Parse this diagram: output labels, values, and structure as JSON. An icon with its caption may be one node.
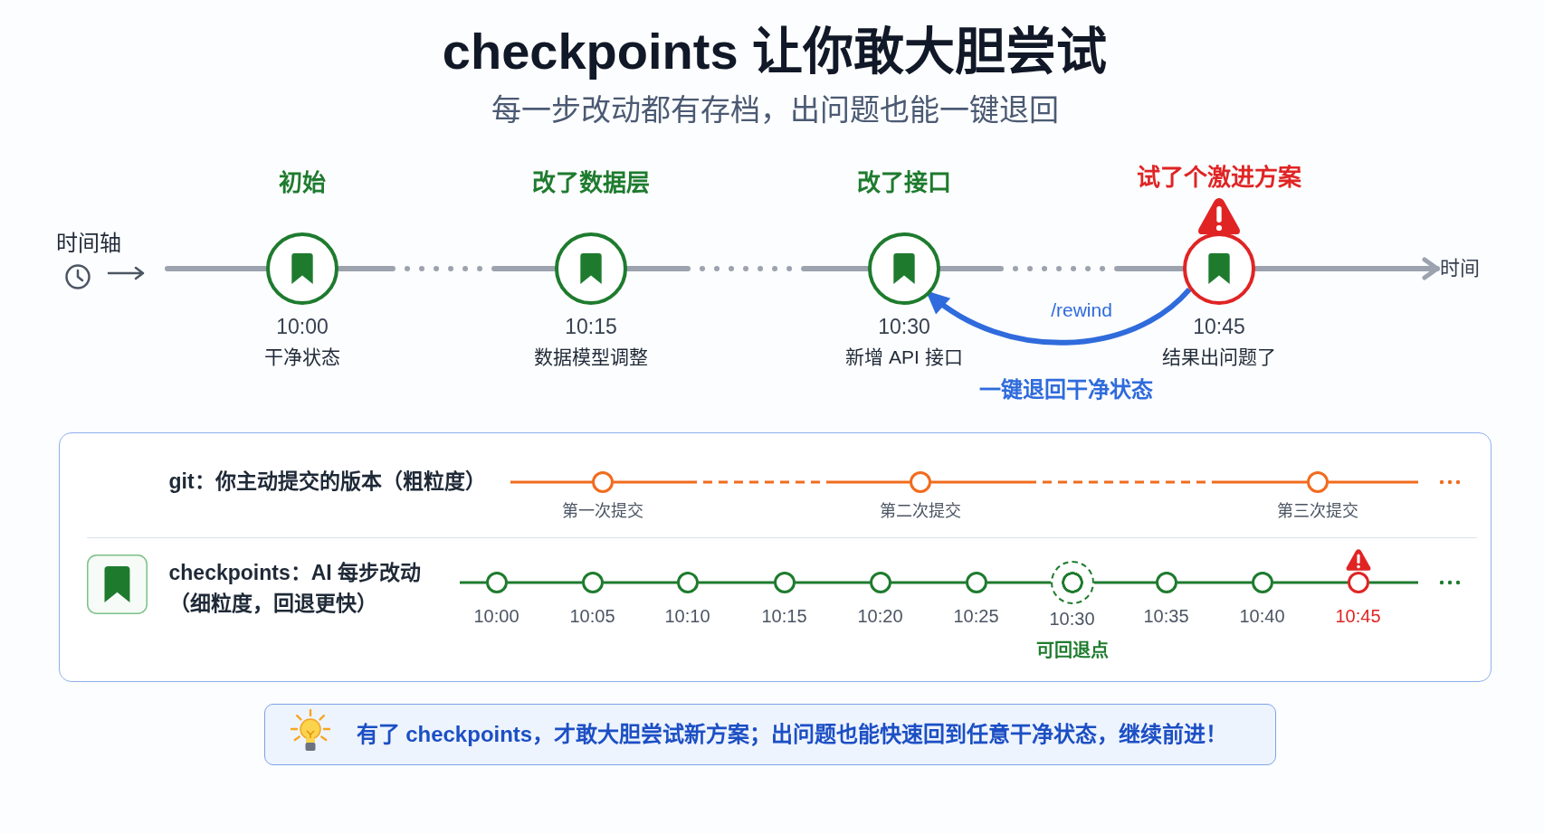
{
  "diagram": {
    "title": "checkpoints 让你敢大胆尝试",
    "nodes": [
      {
        "text": [],
        "shape": "circle",
        "beside": [
          "初始",
          "10:00",
          "干净状态"
        ]
      },
      {
        "text": [],
        "shape": "circle",
        "beside": [
          "改了数据层",
          "10:15",
          "数据模型调整"
        ]
      },
      {
        "text": [],
        "shape": "circle",
        "beside": [
          "改了接口",
          "10:30",
          "新增 API 接口"
        ]
      },
      {
        "text": [],
        "shape": "circle",
        "beside": [
          "试了个激进方案",
          "10:45",
          "结果出问题了"
        ]
      },
      {
        "text": [
          "时间"
        ]
      },
      {
        "text": [
          "git：你主动提交的版本（粗粒度）",
          "checkpoints：AI 每步改动（细粒度，回退更快）"
        ]
      },
      {
        "text": [],
        "shape": "circle",
        "beside": [
          "第一次提交"
        ],
        "in": 5
      },
      {
        "text": [],
        "shape": "circle",
        "beside": [
          "第二次提交"
        ],
        "in": 5
      },
      {
        "text": [],
        "shape": "circle",
        "beside": [
          "第三次提交"
        ],
        "in": 5
      },
      {
        "text": [],
        "shape": "circle",
        "beside": [
          "10:00"
        ],
        "in": 5
      },
      {
        "text": [],
        "shape": "circle",
        "beside": [
          "10:05"
        ],
        "in": 5
      },
      {
        "text": [],
        "shape": "circle",
        "beside": [
          "10:10"
        ],
        "in": 5
      },
      {
        "text": [],
        "shape": "circle",
        "beside": [
          "10:15"
        ],
        "in": 5
      },
      {
        "text": [],
        "shape": "circle",
        "beside": [
          "10:20"
        ],
        "in": 5
      },
      {
        "text": [],
        "shape": "circle",
        "beside": [
          "10:25"
        ],
        "in": 5
      },
      {
        "text": [],
        "shape": "circle",
        "beside": [
          "10:30",
          "可回退点"
        ],
        "in": 5
      },
      {
        "text": [],
        "shape": "circle",
        "beside": [
          "10:35"
        ],
        "in": 5
      },
      {
        "text": [],
        "shape": "circle",
        "beside": [
          "10:40"
        ],
        "in": 5
      },
      {
        "text": [],
        "shape": "circle",
        "beside": [
          "10:45"
        ],
        "in": 5
      },
      {
        "text": [
          "有了 checkpoints，才敢大胆尝试新方案；出问题也能快速回到任意干净状态，继续前进！"
        ]
      }
    ],
    "edges": [
      {
        "from": null,
        "to": 0,
        "arrow": "none",
        "style": "thick",
        "color": "#9ca3af"
      },
      {
        "from": 0,
        "to": 1,
        "arrow": "none",
        "style": "dashed",
        "color": "#9ca3af"
      },
      {
        "from": 1,
        "to": 2,
        "arrow": "none",
        "style": "dashed",
        "color": "#9ca3af"
      },
      {
        "from": 2,
        "to": 3,
        "arrow": "none",
        "style": "dashed",
        "color": "#9ca3af"
      },
      {
        "from": 3,
        "to": 4,
        "arrow": "to",
        "style": "thick",
        "color": "#9ca3af"
      },
      {
        "from": 3,
        "to": 2,
        "arrow": "to",
        "style": "thick",
        "color": "#2f6bdc",
        "label": "/rewind"
      },
      {
        "from": null,
        "to": 6,
        "arrow": "none",
        "color": "#f26b1d"
      },
      {
        "from": 6,
        "to": 7,
        "arrow": "none",
        "style": "dashed",
        "color": "#f26b1d"
      },
      {
        "from": 7,
        "to": 8,
        "arrow": "none",
        "style": "dashed",
        "color": "#f26b1d"
      },
      {
        "from": 8,
        "to": null,
        "arrow": "none",
        "color": "#f26b1d"
      },
      {
        "from": null,
        "to": 9,
        "arrow": "none"
      },
      {
        "from": 9,
        "to": 10,
        "arrow": "none"
      },
      {
        "from": 10,
        "to": 11,
        "arrow": "none"
      },
      {
        "from": 11,
        "to": 12,
        "arrow": "none"
      },
      {
        "from": 12,
        "to": 13,
        "arrow": "none"
      },
      {
        "from": 13,
        "to": 14,
        "arrow": "none"
      },
      {
        "from": 14,
        "to": 15,
        "arrow": "none"
      },
      {
        "from": 15,
        "to": 16,
        "arrow": "none"
      },
      {
        "from": 16,
        "to": 17,
        "arrow": "none"
      },
      {
        "from": 17,
        "to": 18,
        "arrow": "none"
      },
      {
        "from": 18,
        "to": null,
        "arrow": "none"
      }
    ],
    "labels": [
      "每一步改动都有存档，出问题也能一键退回",
      "时间轴",
      "一键退回干净状态"
    ]
  }
}
